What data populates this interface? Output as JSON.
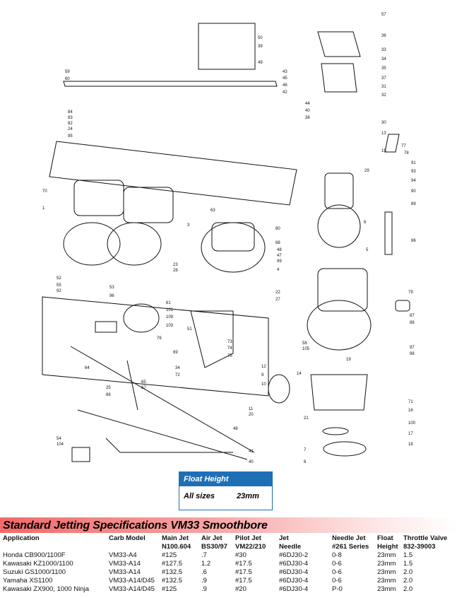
{
  "diagram": {
    "callouts": [
      "57",
      "36",
      "33",
      "34",
      "35",
      "37",
      "31",
      "32",
      "50",
      "39",
      "49",
      "43",
      "45",
      "46",
      "42",
      "44",
      "40",
      "38",
      "30",
      "13",
      "15",
      "29",
      "77",
      "78",
      "91",
      "93",
      "94",
      "90",
      "89",
      "86",
      "6",
      "5",
      "79",
      "59",
      "60",
      "84",
      "83",
      "82",
      "24",
      "95",
      "70",
      "1",
      "63",
      "3",
      "80",
      "68",
      "48",
      "47",
      "99",
      "4",
      "23",
      "28",
      "22",
      "27",
      "58",
      "105",
      "19",
      "87",
      "88",
      "97",
      "98",
      "14",
      "71",
      "16",
      "100",
      "17",
      "18",
      "7",
      "8",
      "21",
      "11",
      "20",
      "12",
      "9",
      "10",
      "64",
      "65",
      "67",
      "25",
      "66",
      "34",
      "72",
      "69",
      "73",
      "74",
      "75",
      "51",
      "61",
      "101",
      "109",
      "103",
      "76",
      "48",
      "54",
      "104",
      "41",
      "40",
      "52",
      "55",
      "92",
      "53",
      "96"
    ]
  },
  "float_height": {
    "title": "Float Height",
    "label": "All sizes",
    "value": "23mm"
  },
  "spec": {
    "title": "Standard Jetting Specifications VM33 Smoothbore",
    "headers": [
      [
        "Application",
        ""
      ],
      [
        "Carb Model",
        ""
      ],
      [
        "Main Jet",
        "N100.604"
      ],
      [
        "Air Jet",
        "BS30/97"
      ],
      [
        "Pilot Jet",
        "VM22/210"
      ],
      [
        "Jet",
        "Needle"
      ],
      [
        "Needle Jet",
        "#261 Series"
      ],
      [
        "Float",
        "Height"
      ],
      [
        "Throttle Valve",
        "832-39003"
      ]
    ],
    "rows": [
      [
        "Honda CB900/1100F",
        "VM33-A4",
        "#125",
        ".7",
        "#30",
        "#6DJ30-2",
        "0-8",
        "23mm",
        "1.5"
      ],
      [
        "Kawasaki KZ1000/1100",
        "VM33-A14",
        "#127.5",
        "1.2",
        "#17.5",
        "#6DJ30-4",
        "0-6",
        "23mm",
        "1.5"
      ],
      [
        "Suzuki GS1000/1100",
        "VM33-A14",
        "#132.5",
        ".6",
        "#17.5",
        "#6DJ30-4",
        "0-6",
        "23mm",
        "2.0"
      ],
      [
        "Yamaha XS1100",
        "VM33-A14/D45",
        "#132.5",
        ".9",
        "#17.5",
        "#6DJ30-4",
        "0-6",
        "23mm",
        "2.0"
      ],
      [
        "Kawasaki ZX900, 1000 Ninja",
        "VM33-A14/D45",
        "#125",
        ".9",
        "#20",
        "#6DJ30-4",
        "P-0",
        "23mm",
        "2.0"
      ]
    ]
  }
}
